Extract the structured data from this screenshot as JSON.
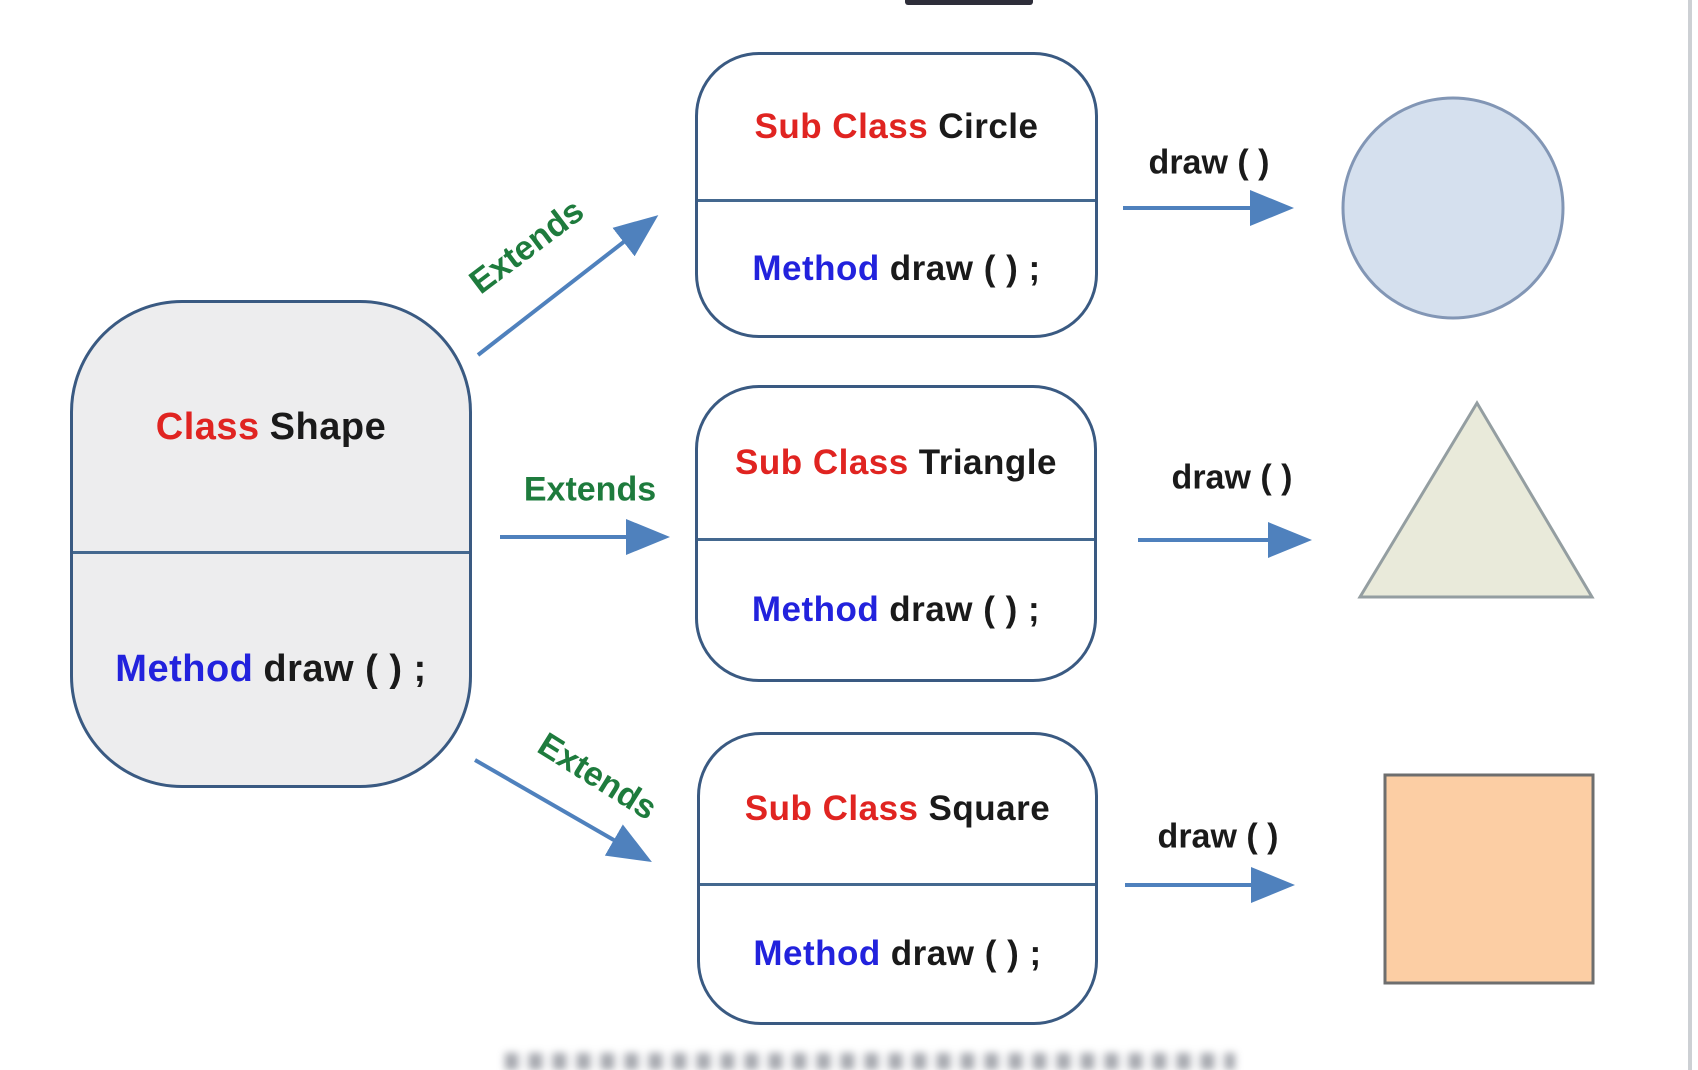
{
  "base_class": {
    "keyword": "Class",
    "name": "Shape",
    "method_keyword": "Method",
    "method_code": "draw ( ) ;"
  },
  "subclasses": [
    {
      "keyword": "Sub Class",
      "name": "Circle",
      "method_keyword": "Method",
      "method_code": "draw ( ) ;",
      "relation_label": "Extends",
      "call_label": "draw ( )",
      "result_shape": "circle"
    },
    {
      "keyword": "Sub Class",
      "name": "Triangle",
      "method_keyword": "Method",
      "method_code": "draw ( ) ;",
      "relation_label": "Extends",
      "call_label": "draw ( )",
      "result_shape": "triangle"
    },
    {
      "keyword": "Sub Class",
      "name": "Square",
      "method_keyword": "Method",
      "method_code": "draw ( ) ;",
      "relation_label": "Extends",
      "call_label": "draw ( )",
      "result_shape": "square"
    }
  ],
  "colors": {
    "box_border": "#3a5a82",
    "box_divider": "#44688f",
    "base_fill": "#ededee",
    "sub_fill": "#ffffff",
    "keyword_red": "#e02421",
    "method_blue": "#2222dd",
    "text_dark": "#1a1a1a",
    "extends_green": "#1e7b3d",
    "arrow_blue": "#4f81bd",
    "circle_fill": "#d5e0ee",
    "circle_stroke": "#8296b5",
    "triangle_fill": "#e9eada",
    "triangle_stroke": "#949ea1",
    "square_fill": "#fccea4",
    "square_stroke": "#6e6e6e"
  }
}
